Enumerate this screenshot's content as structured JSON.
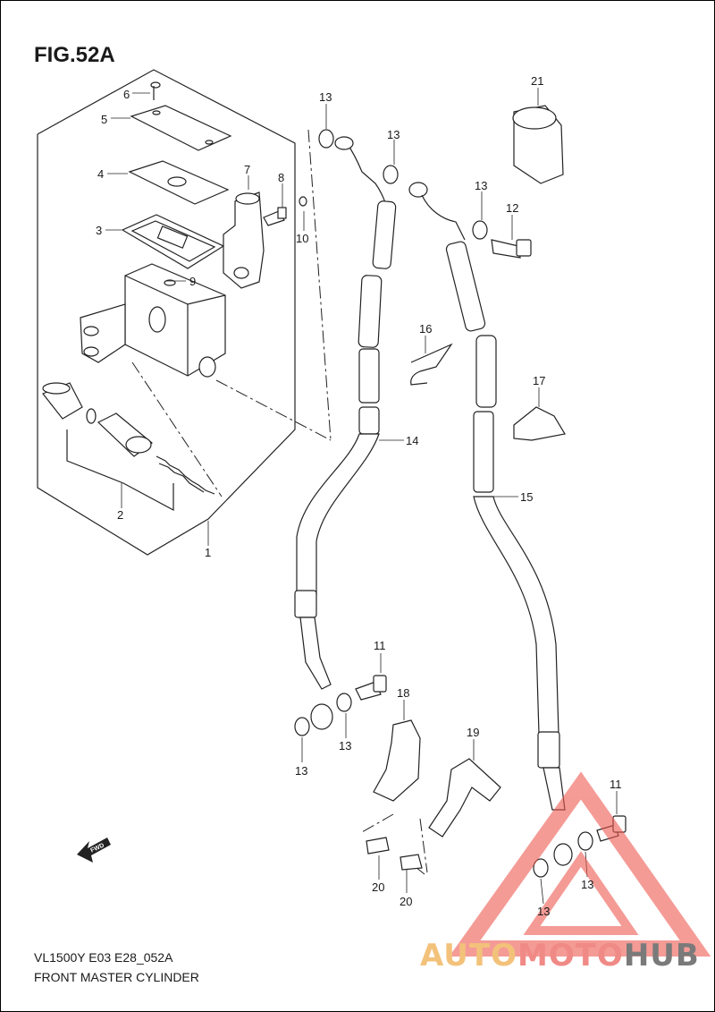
{
  "figure": {
    "title": "FIG.52A",
    "model_code": "VL1500Y E03 E28_052A",
    "caption": "FRONT MASTER CYLINDER"
  },
  "callouts": {
    "c1": "1",
    "c2": "2",
    "c3": "3",
    "c4": "4",
    "c5": "5",
    "c6": "6",
    "c7": "7",
    "c8": "8",
    "c9": "9",
    "c10": "10",
    "c11a": "11",
    "c11b": "11",
    "c12": "12",
    "c13a": "13",
    "c13b": "13",
    "c13c": "13",
    "c13d": "13",
    "c13e": "13",
    "c13f": "13",
    "c13g": "13",
    "c14": "14",
    "c15": "15",
    "c16": "16",
    "c17": "17",
    "c18": "18",
    "c19": "19",
    "c20a": "20",
    "c20b": "20",
    "c21": "21"
  },
  "fwd_label": "FWD",
  "watermark": {
    "part1": "AUTO",
    "part2": "MOTO",
    "part3": "HUB",
    "colors": {
      "triangle": "#ee5a52",
      "auto": "#f3c27a",
      "moto": "#f08a86",
      "hub": "#7a7a7a"
    }
  }
}
